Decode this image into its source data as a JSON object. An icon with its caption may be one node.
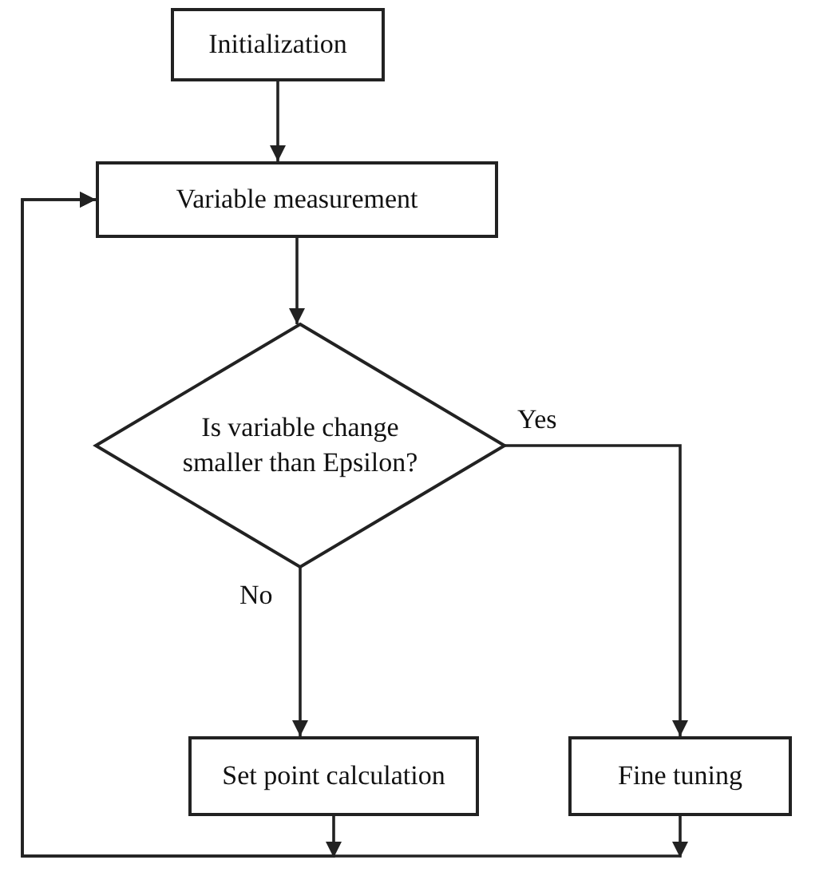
{
  "diagram": {
    "nodes": [
      {
        "text": [
          "Initialization"
        ]
      },
      {
        "text": [
          "Variable measurement"
        ]
      },
      {
        "text": [
          "Is variable change smaller than Epsilon?"
        ]
      },
      {
        "text": [
          "Set point calculation"
        ]
      },
      {
        "text": [
          "Fine tuning"
        ]
      }
    ],
    "edges": [
      {
        "from": 0,
        "to": 1,
        "arrow": "to"
      },
      {
        "from": 1,
        "to": 2,
        "arrow": "to"
      },
      {
        "from": 2,
        "to": 4,
        "arrow": "to",
        "label": "Yes"
      },
      {
        "from": 2,
        "to": 3,
        "arrow": "to",
        "label": "No"
      },
      {
        "from": 3,
        "to": 1,
        "arrow": "to"
      },
      {
        "from": 4,
        "to": 1,
        "arrow": "to"
      }
    ]
  }
}
